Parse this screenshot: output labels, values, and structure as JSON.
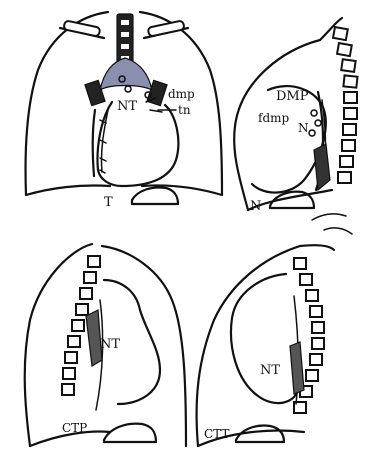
{
  "panels": {
    "top_left": {
      "caption": "T",
      "labels": {
        "nt": "NT",
        "dmp": "dmp",
        "tn": "tn"
      }
    },
    "top_right": {
      "caption": "N",
      "labels": {
        "dmp": "DMP",
        "fdmp": "fdmp",
        "n": "N"
      }
    },
    "bottom_left": {
      "caption": "CTP",
      "labels": {
        "nt": "NT"
      }
    },
    "bottom_right": {
      "caption": "CTT",
      "labels": {
        "nt": "NT"
      }
    }
  },
  "colors": {
    "ink": "#111111",
    "background": "#ffffff"
  }
}
